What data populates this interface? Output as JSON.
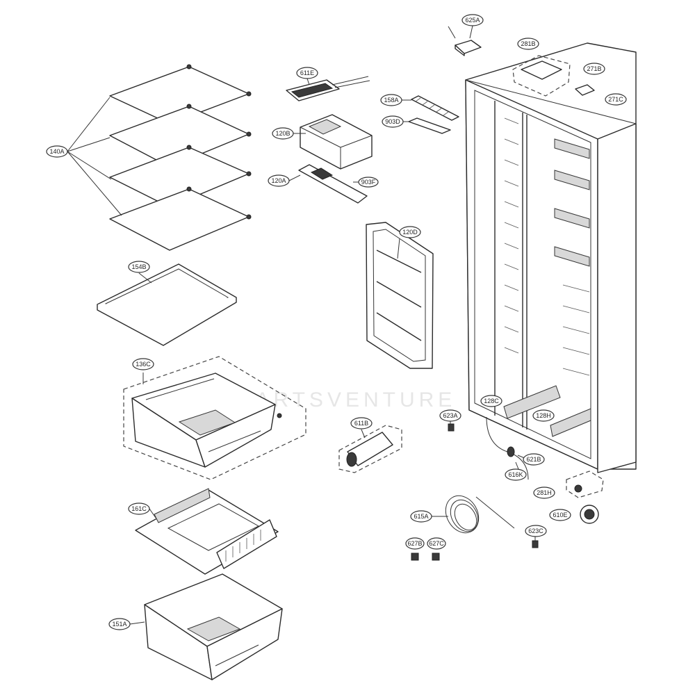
{
  "watermark": "PARTSVENTURE",
  "labels": [
    {
      "id": "140A",
      "text": "140A"
    },
    {
      "id": "154B",
      "text": "154B"
    },
    {
      "id": "136C",
      "text": "136C"
    },
    {
      "id": "161C",
      "text": "161C"
    },
    {
      "id": "151A",
      "text": "151A"
    },
    {
      "id": "611E",
      "text": "611E"
    },
    {
      "id": "120B",
      "text": "120B"
    },
    {
      "id": "120A",
      "text": "120A"
    },
    {
      "id": "903F",
      "text": "903F"
    },
    {
      "id": "158A",
      "text": "158A"
    },
    {
      "id": "903D",
      "text": "903D"
    },
    {
      "id": "120D",
      "text": "120D"
    },
    {
      "id": "625A",
      "text": "625A"
    },
    {
      "id": "281B",
      "text": "281B"
    },
    {
      "id": "271B",
      "text": "271B"
    },
    {
      "id": "271C",
      "text": "271C"
    },
    {
      "id": "128C",
      "text": "128C"
    },
    {
      "id": "128H",
      "text": "128H"
    },
    {
      "id": "623A",
      "text": "623A"
    },
    {
      "id": "611B",
      "text": "611B"
    },
    {
      "id": "621B",
      "text": "621B"
    },
    {
      "id": "616K",
      "text": "616K"
    },
    {
      "id": "281H",
      "text": "281H"
    },
    {
      "id": "610E",
      "text": "610E"
    },
    {
      "id": "615A",
      "text": "615A"
    },
    {
      "id": "623C",
      "text": "623C"
    },
    {
      "id": "627B",
      "text": "627B"
    },
    {
      "id": "627C",
      "text": "627C"
    }
  ]
}
